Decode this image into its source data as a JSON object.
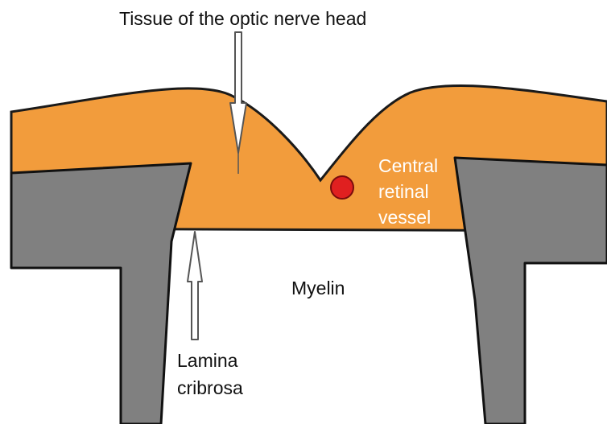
{
  "labels": {
    "tissue": "Tissue of the optic nerve head",
    "central_lines": [
      "Central",
      "retinal",
      "vessel"
    ],
    "myelin": "Myelin",
    "lamina_lines": [
      "Lamina",
      "cribrosa"
    ]
  },
  "colors": {
    "tissue_fill": "#f29c3c",
    "tissue_outline": "#1a1a1a",
    "sclera_fill": "#808080",
    "sclera_outline": "#111111",
    "vessel_fill": "#e02020",
    "vessel_outline": "#7a0d0d",
    "text_on_tissue": "#ffffff",
    "text": "#111111",
    "arrow_stroke": "#555555",
    "arrow_fill": "#ffffff"
  },
  "icons": {
    "top_arrow": "down-arrow-icon",
    "bottom_arrow": "up-arrow-icon"
  }
}
